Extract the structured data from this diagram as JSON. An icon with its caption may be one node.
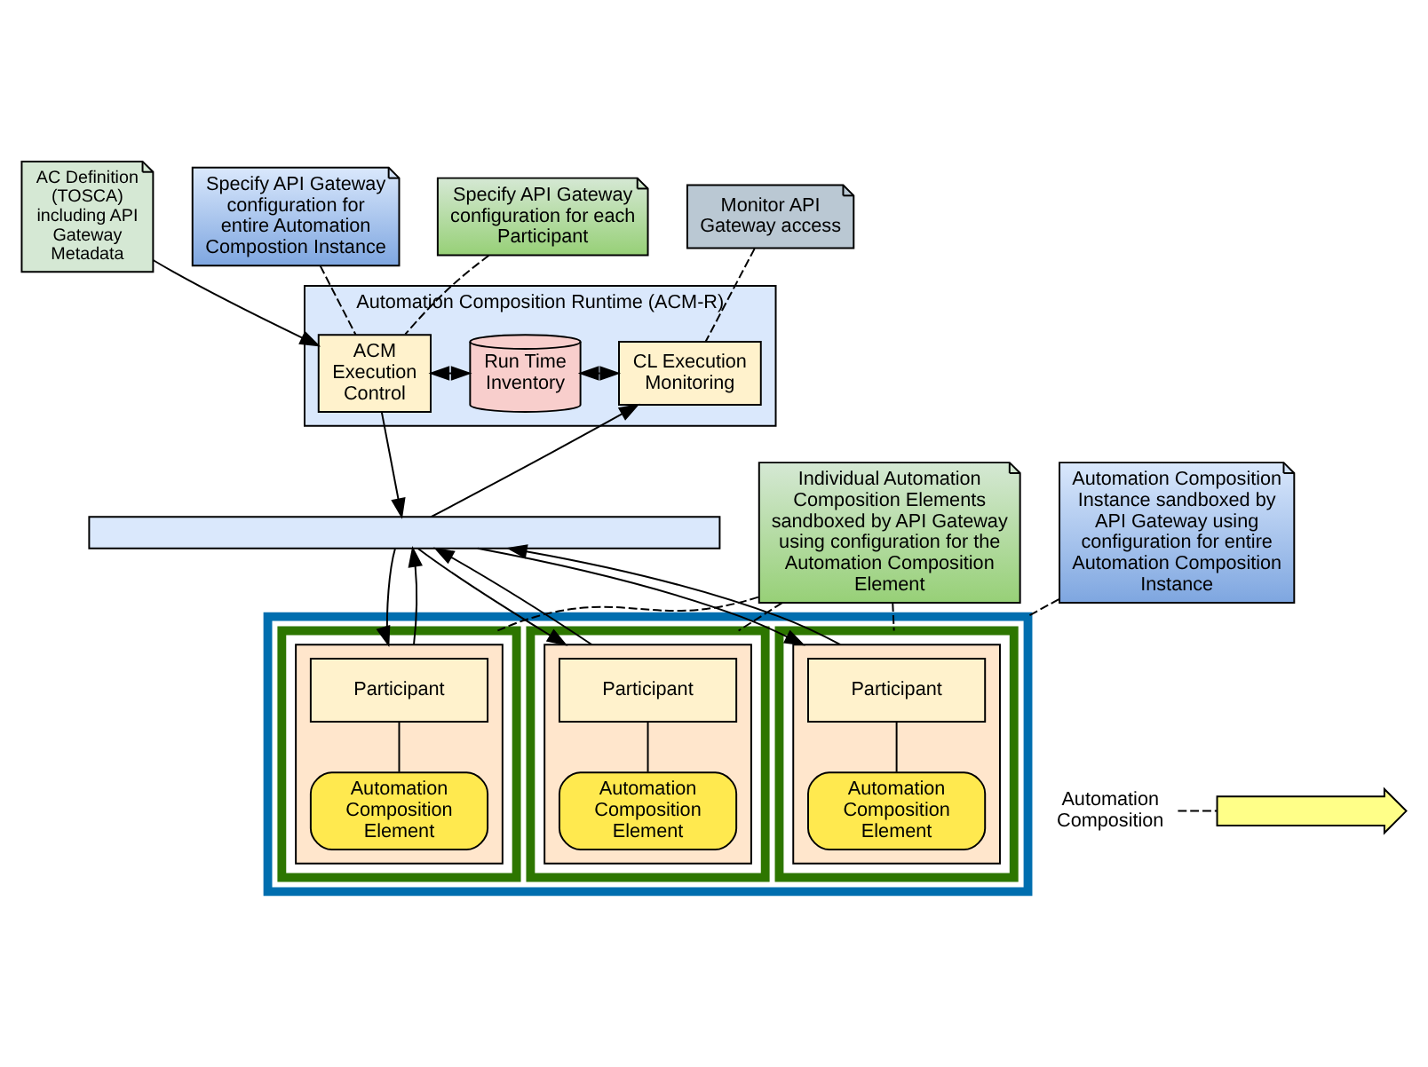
{
  "diagram": {
    "nodes": [
      {
        "text": [
          "Specify API Gateway configuration for entire Automation Compostion Instance"
        ]
      },
      {
        "text": [
          "Specify API Gateway configuration for each Participant"
        ]
      },
      {
        "text": [
          "Monitor API Gateway access"
        ]
      },
      {
        "text": [
          "AC Definition (TOSCA) including API Gateway Metadata"
        ]
      },
      {
        "text": [
          "Automation Composition Runtime (ACM-R)"
        ]
      },
      {
        "text": [
          "ACM Execution Control"
        ],
        "in": 4
      },
      {
        "text": [
          "Run Time Inventory"
        ],
        "in": 4
      },
      {
        "text": [
          "CL Execution Monitoring"
        ],
        "in": 4
      },
      {
        "text": [
          "Automation Composition Instance sandboxed by API Gateway using configuration for entire Automation Composition Instance"
        ]
      },
      {
        "text": [],
        "shape": "bar"
      },
      {
        "text": [
          "Automation Composition"
        ]
      },
      {
        "text": [],
        "shape": "box"
      },
      {
        "text": [],
        "shape": "box",
        "in": 11
      },
      {
        "text": [],
        "shape": "box",
        "in": 12
      },
      {
        "text": [
          "Participant"
        ],
        "in": 13
      },
      {
        "text": [
          "Automation Composition Element"
        ],
        "in": 13
      },
      {
        "text": [],
        "shape": "box",
        "in": 11
      },
      {
        "text": [],
        "shape": "box",
        "in": 16
      },
      {
        "text": [
          "Participant"
        ],
        "in": 17
      },
      {
        "text": [
          "Automation Composition Element"
        ],
        "in": 17
      },
      {
        "text": [],
        "shape": "box",
        "in": 11
      },
      {
        "text": [],
        "shape": "box",
        "in": 20
      },
      {
        "text": [
          "Participant"
        ],
        "in": 21
      },
      {
        "text": [
          "Automation Composition Element"
        ],
        "in": 21
      },
      {
        "text": [],
        "shape": "arrow"
      },
      {
        "text": [
          "Individual Automation Composition Elements sandboxed by API Gateway using configuration for the Automation Composition Element"
        ]
      }
    ],
    "edges": [
      {
        "from": 3,
        "to": 5,
        "arrow": "to"
      },
      {
        "from": 5,
        "to": 6,
        "arrow": "both"
      },
      {
        "from": 6,
        "to": 7,
        "arrow": "both"
      },
      {
        "from": 5,
        "to": 9,
        "arrow": "to"
      },
      {
        "from": 9,
        "to": 7,
        "arrow": "to"
      },
      {
        "from": 9,
        "to": 13,
        "arrow": "to"
      },
      {
        "from": 13,
        "to": 9,
        "arrow": "to"
      },
      {
        "from": 9,
        "to": 17,
        "arrow": "to"
      },
      {
        "from": 17,
        "to": 9,
        "arrow": "to"
      },
      {
        "from": 9,
        "to": 21,
        "arrow": "to"
      },
      {
        "from": 21,
        "to": 9,
        "arrow": "to"
      },
      {
        "from": 14,
        "to": 15,
        "arrow": "none"
      },
      {
        "from": 18,
        "to": 19,
        "arrow": "none"
      },
      {
        "from": 22,
        "to": 23,
        "arrow": "none"
      },
      {
        "from": 0,
        "to": 5,
        "arrow": "none",
        "style": "dashed"
      },
      {
        "from": 1,
        "to": 5,
        "arrow": "none",
        "style": "dashed"
      },
      {
        "from": 2,
        "to": 7,
        "arrow": "none",
        "style": "dashed"
      },
      {
        "from": 8,
        "to": 11,
        "arrow": "none",
        "style": "dashed"
      },
      {
        "from": 10,
        "to": 24,
        "arrow": "none",
        "style": "dashed"
      },
      {
        "from": 25,
        "to": 12,
        "arrow": "none",
        "style": "dashed"
      },
      {
        "from": 25,
        "to": 16,
        "arrow": "none",
        "style": "dashed"
      },
      {
        "from": 25,
        "to": 20,
        "arrow": "none",
        "style": "dashed"
      }
    ]
  }
}
